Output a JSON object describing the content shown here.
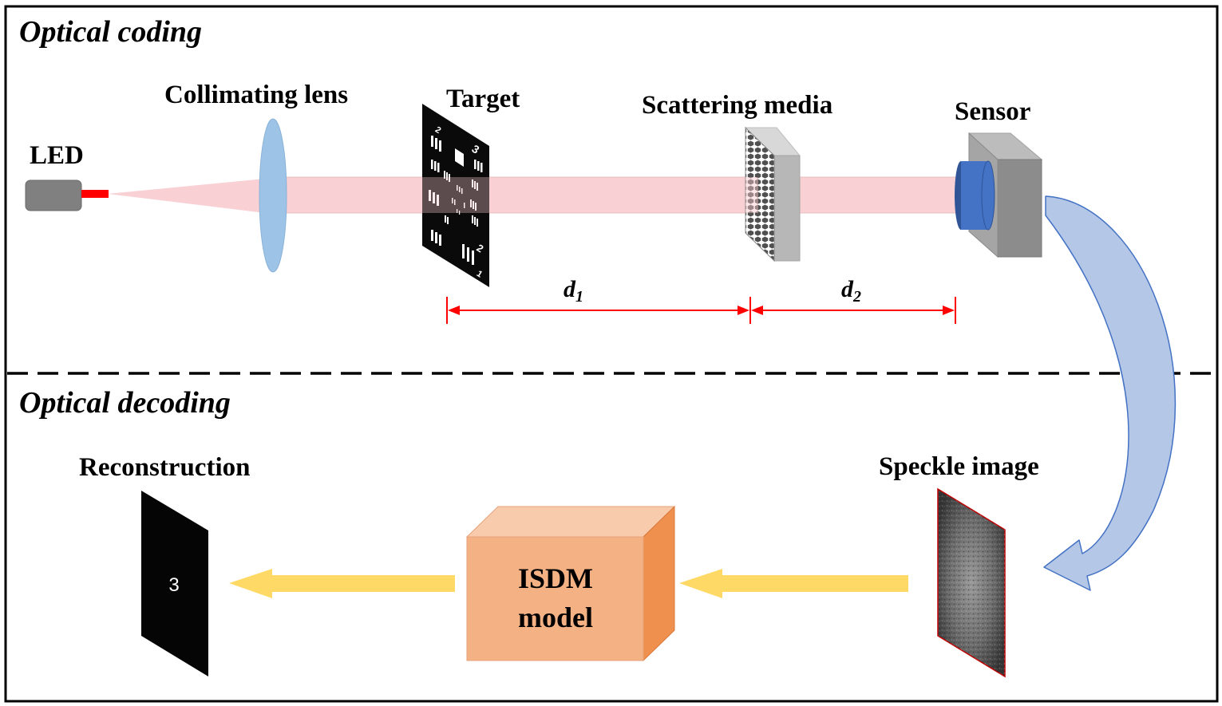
{
  "sections": {
    "top": "Optical coding",
    "bottom": "Optical decoding"
  },
  "labels": {
    "led": "LED",
    "lens": "Collimating lens",
    "target": "Target",
    "scatter": "Scattering media",
    "sensor": "Sensor",
    "speckle": "Speckle image",
    "reconstruction": "Reconstruction",
    "model_line1": "ISDM",
    "model_line2": "model"
  },
  "distances": {
    "d1": {
      "base": "d",
      "sub": "1"
    },
    "d2": {
      "base": "d",
      "sub": "2"
    }
  },
  "target_chart": {
    "group_numbers": [
      "2",
      "3",
      "2",
      "1"
    ]
  },
  "reconstruction_digit": "3",
  "colors": {
    "beam": "#f8c8cc",
    "lens": "#9dc3e6",
    "distance_arrow": "#ff0000",
    "led_tip": "#ff0000",
    "box_front": "#f4b183",
    "box_top": "#f8cbad",
    "box_side": "#f0904f",
    "flow_arrow": "#ffd966",
    "curved_arrow_fill": "#b4c7e7",
    "curved_arrow_stroke": "#4472c4",
    "sensor_lens": "#4472c4"
  }
}
